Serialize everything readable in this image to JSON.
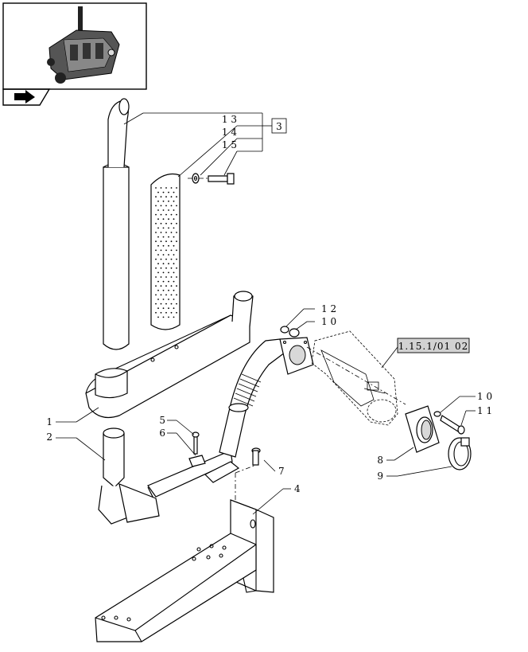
{
  "callouts": {
    "c1": "1",
    "c2": "2",
    "c3": "3",
    "c4": "4",
    "c5": "5",
    "c6": "6",
    "c7": "7",
    "c8": "8",
    "c9": "9",
    "c10a": "1 0",
    "c10b": "1 0",
    "c11": "1 1",
    "c12": "1 2",
    "c13": "1 3",
    "c14": "1 4",
    "c15": "1 5"
  },
  "reference_box": "1.15.1/01 02",
  "icons": {
    "thumbnail": "engine-thumbnail-icon",
    "nav": "page-arrow-icon"
  }
}
